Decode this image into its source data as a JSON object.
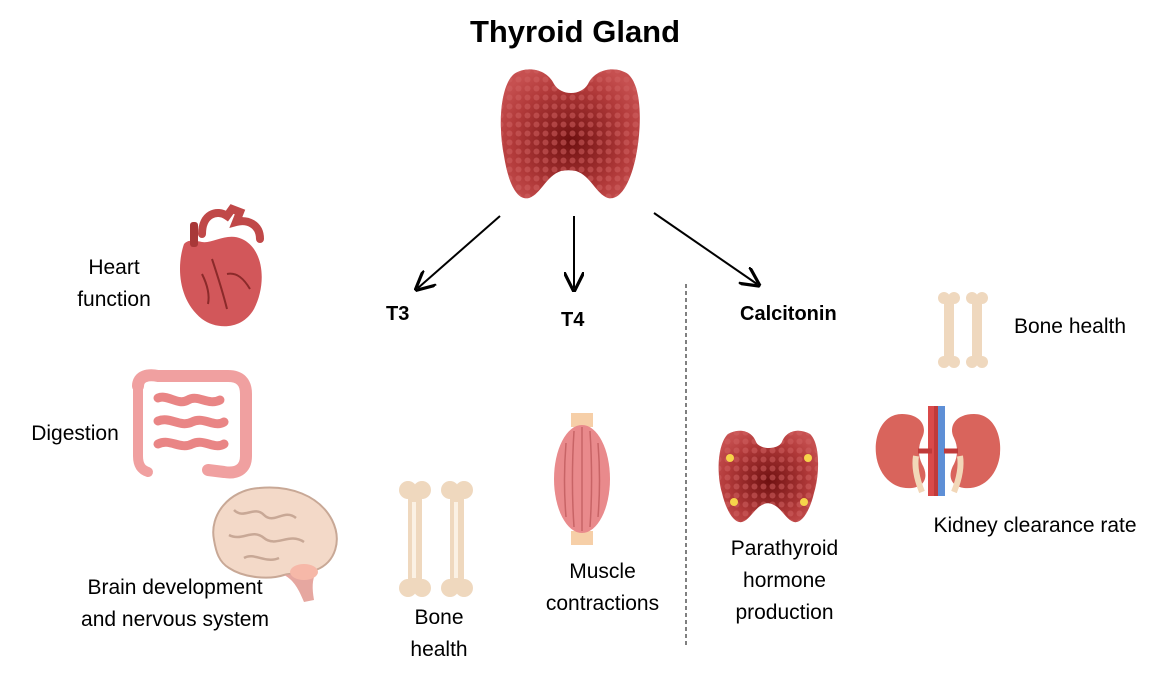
{
  "title": "Thyroid Gland",
  "hormones": {
    "t3": "T3",
    "t4": "T4",
    "calcitonin": "Calcitonin"
  },
  "labels": {
    "heart": [
      "Heart",
      "function"
    ],
    "digestion": "Digestion",
    "brain": [
      "Brain development",
      "and nervous system"
    ],
    "bone_t3": [
      "Bone",
      "health"
    ],
    "muscle": [
      "Muscle",
      "contractions"
    ],
    "parathyroid": [
      "Parathyroid",
      "hormone",
      "production"
    ],
    "bone_calcitonin": "Bone health",
    "kidney": "Kidney clearance rate"
  },
  "icons": {
    "thyroid_main": "thyroid-gland-icon",
    "heart": "heart-icon",
    "intestine": "intestine-icon",
    "brain": "brain-icon",
    "bone_t3": "bone-icon",
    "muscle": "muscle-icon",
    "parathyroid": "parathyroid-gland-icon",
    "bone_calcitonin": "bone-icon",
    "kidney": "kidney-icon"
  },
  "colors": {
    "thyroid": "#b23a3a",
    "heart": "#d2575a",
    "intestine": "#f0a0a0",
    "brain": "#f3d9c8",
    "bone": "#efd8be",
    "muscle": "#e98a8c",
    "kidney": "#d9645c"
  }
}
